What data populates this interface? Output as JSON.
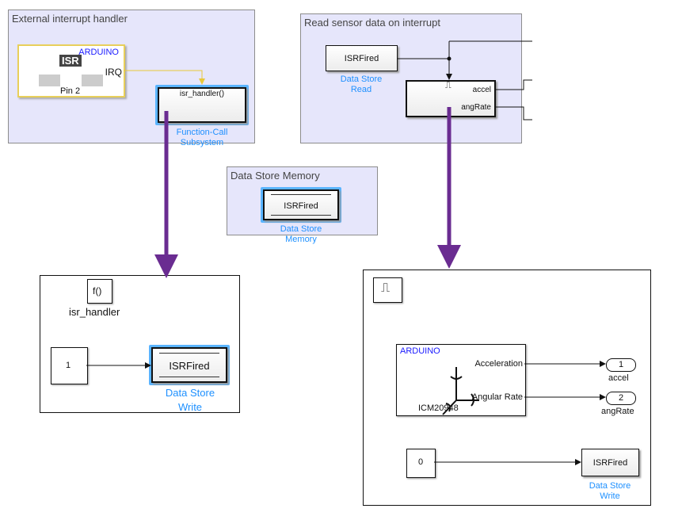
{
  "areas": {
    "external_interrupt": {
      "title": "External interrupt handler"
    },
    "read_sensor": {
      "title": "Read sensor data on interrupt"
    },
    "data_store_memory": {
      "title": "Data Store Memory"
    }
  },
  "blocks": {
    "arduino_isr": {
      "brand": "ARDUINO",
      "icon_text": "ISR",
      "port": "IRQ",
      "pin": "Pin 2"
    },
    "function_call": {
      "name": "isr_handler()",
      "label_line1": "Function-Call",
      "label_line2": "Subsystem"
    },
    "ds_read": {
      "var": "ISRFired",
      "label_line1": "Data Store",
      "label_line2": "Read"
    },
    "triggered": {
      "port1": "accel",
      "port2": "angRate"
    },
    "ds_memory": {
      "var": "ISRFired",
      "label_line1": "Data Store",
      "label_line2": "Memory"
    }
  },
  "isr_subsystem": {
    "trigger_icon": "f()",
    "trigger_name": "isr_handler",
    "constant": "1",
    "ds_write": {
      "var": "ISRFired",
      "label_line1": "Data Store",
      "label_line2": "Write"
    }
  },
  "sensor_subsystem": {
    "sensor": {
      "brand": "ARDUINO",
      "out1": "Acceleration",
      "out2": "Angular Rate",
      "model": "ICM20948"
    },
    "outports": [
      {
        "num": "1",
        "name": "accel"
      },
      {
        "num": "2",
        "name": "angRate"
      }
    ],
    "constant": "0",
    "ds_write": {
      "var": "ISRFired",
      "label_line1": "Data Store",
      "label_line2": "Write"
    }
  },
  "colors": {
    "area": "#e6e6fb",
    "link": "#1e90ff",
    "arrow": "#6a2c91",
    "irq": "#e8c83a",
    "brand": "#1a1aff"
  }
}
